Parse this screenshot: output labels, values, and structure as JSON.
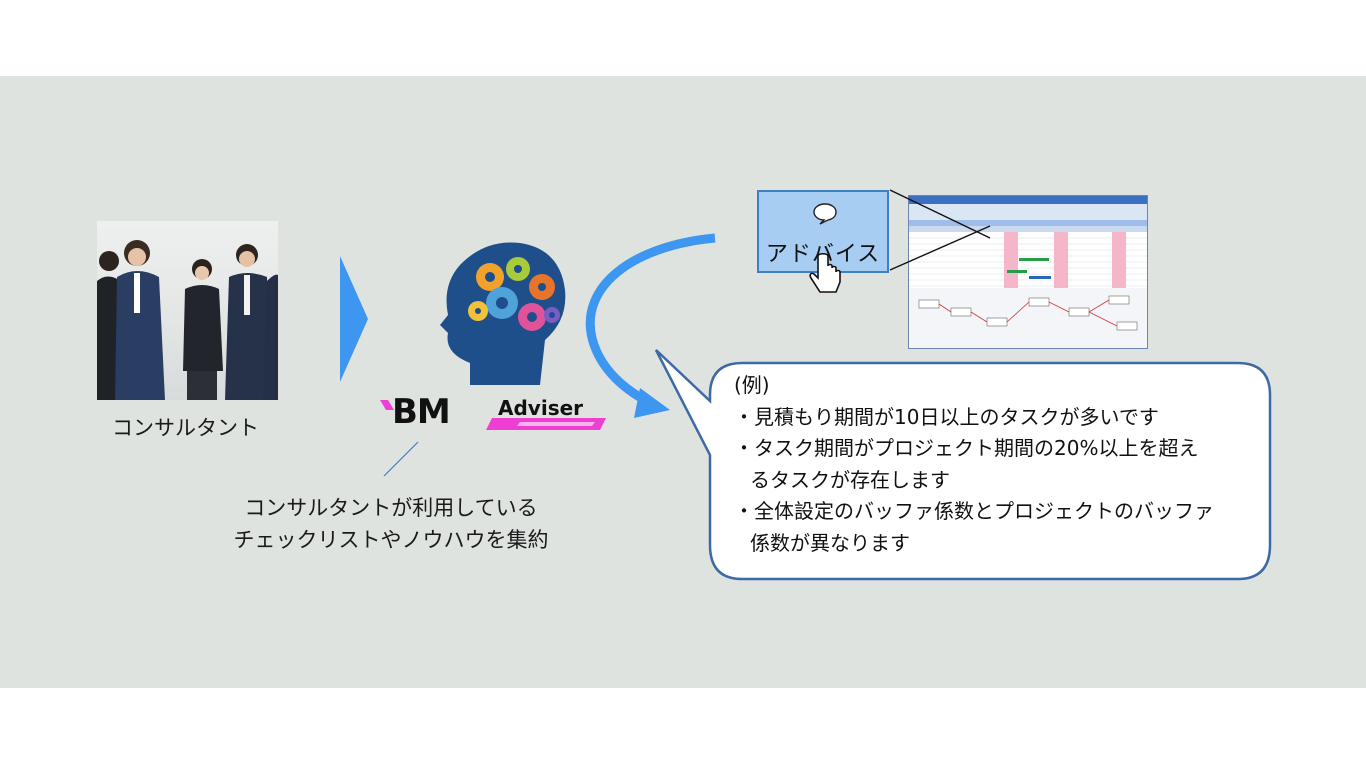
{
  "consultant": {
    "label": "コンサルタント"
  },
  "product": {
    "logo_main": "BM",
    "logo_sub": "Adviser"
  },
  "note": {
    "line1": "コンサルタントが利用している",
    "line2": "チェックリストやノウハウを集約"
  },
  "advice": {
    "label": "アドバイス"
  },
  "speech_bubble": {
    "title": "(例)",
    "items": [
      {
        "lines": [
          "・見積もり期間が10日以上のタスクが多いです"
        ]
      },
      {
        "lines": [
          "・タスク期間がプロジェクト期間の20%以上を超え",
          "るタスクが存在します"
        ]
      },
      {
        "lines": [
          "・全体設定のバッファ係数とプロジェクトのバッファ",
          "係数が異なります"
        ]
      }
    ]
  },
  "colors": {
    "panel_bg": "#dfe3e0",
    "arrow_blue": "#3d96f0",
    "bubble_border": "#3d6aa5",
    "logo_pink": "#ee3fd2",
    "head_blue": "#1e4f8b"
  },
  "icons": [
    "right-arrow-icon",
    "head-gears-icon",
    "speech-icon",
    "pointer-hand-icon",
    "curved-arrow-icon"
  ]
}
